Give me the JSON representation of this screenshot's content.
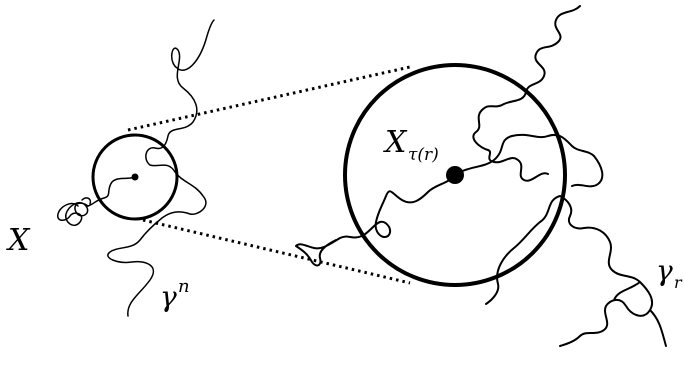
{
  "labels": {
    "x_left": "X",
    "gamma_left": "γ",
    "gamma_left_sup": "n",
    "x_tau": "X",
    "x_tau_sub": "τ(r)",
    "gamma_right": "γ",
    "gamma_right_sub": "r"
  },
  "colors": {
    "ink": "#000000",
    "background": "#ffffff"
  }
}
